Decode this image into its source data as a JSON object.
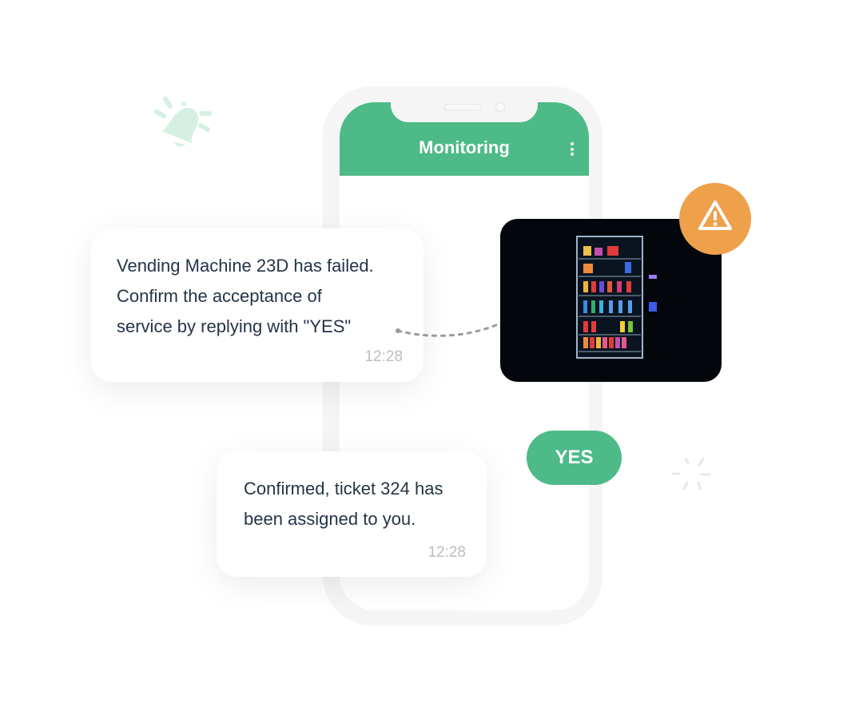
{
  "app": {
    "header_title": "Monitoring",
    "menu_icon": "kebab-menu-icon",
    "accent_color": "#4dba87",
    "warning_color": "#efa04a"
  },
  "messages": [
    {
      "sender": "system",
      "lines": [
        "Vending Machine 23D has failed.",
        "Confirm the acceptance of",
        "service by replying with \"YES\""
      ],
      "time": "12:28"
    },
    {
      "sender": "user",
      "text": "YES"
    },
    {
      "sender": "system",
      "lines": [
        "Confirmed, ticket 324 has",
        "been assigned to you."
      ],
      "time": "12:28"
    }
  ],
  "attachment": {
    "image": "vending-machine-photo",
    "badge_icon": "warning-triangle-icon"
  },
  "decorations": [
    "bell-icon",
    "sparkle-icon"
  ]
}
